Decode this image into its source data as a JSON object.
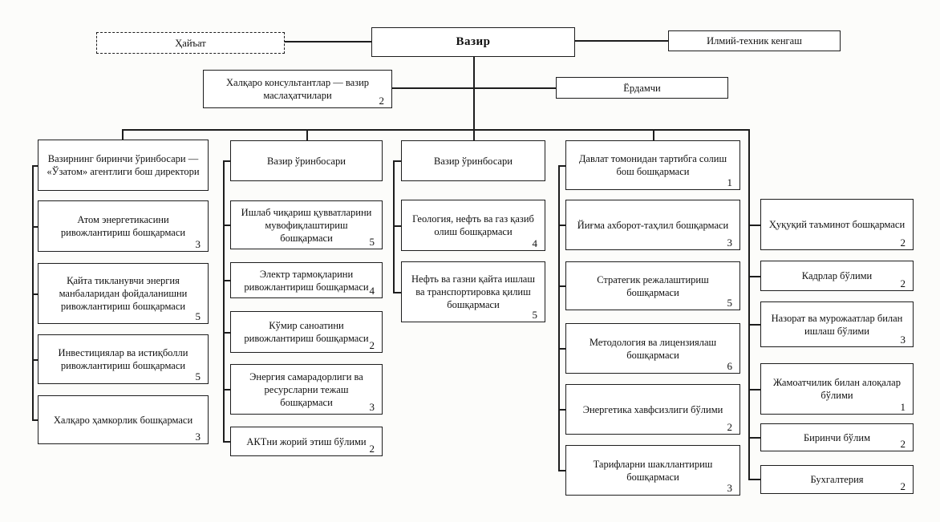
{
  "diagram_type": "org-chart",
  "language": "uz-cyrl",
  "top": {
    "hayat": {
      "label": "Ҳайъат"
    },
    "vazir": {
      "label": "Вазир"
    },
    "ilmiy": {
      "label": "Илмий-техник кенгаш"
    },
    "xalqaro": {
      "label": "Халқаро консультантлар — вазир маслаҳатчилари",
      "count": "2"
    },
    "yordamchi": {
      "label": "Ёрдамчи"
    }
  },
  "columns": [
    {
      "header": {
        "label": "Вазирнинг биринчи ўринбосари — «Ўзатом» агентлиги бош директори"
      },
      "boxes": [
        {
          "label": "Атом энергетикасини ривожлантириш бошқармаси",
          "count": "3"
        },
        {
          "label": "Қайта тикланувчи энергия манбаларидан фойдаланишни ривожлантириш бошқармаси",
          "count": "5"
        },
        {
          "label": "Инвестициялар ва истиқболли ривожлантириш бошқармаси",
          "count": "5"
        },
        {
          "label": "Халқаро ҳамкорлик бошқармаси",
          "count": "3"
        }
      ]
    },
    {
      "header": {
        "label": "Вазир ўринбосари"
      },
      "boxes": [
        {
          "label": "Ишлаб чиқариш қувватларини мувофиқлаштириш бошқармаси",
          "count": "5"
        },
        {
          "label": "Электр тармоқларини ривожлантириш бошқармаси",
          "count": "4"
        },
        {
          "label": "Кўмир саноатини ривожлантириш бошқармаси",
          "count": "2"
        },
        {
          "label": "Энергия самарадорлиги ва ресурсларни тежаш бошқармаси",
          "count": "3"
        },
        {
          "label": "АКТни жорий этиш бўлими",
          "count": "2"
        }
      ]
    },
    {
      "header": {
        "label": "Вазир ўринбосари"
      },
      "boxes": [
        {
          "label": "Геология, нефть ва газ қазиб олиш бошқармаси",
          "count": "4"
        },
        {
          "label": "Нефть ва газни қайта ишлаш ва транспортировка қилиш бошқармаси",
          "count": "5"
        }
      ]
    },
    {
      "header": {
        "label": "Давлат томонидан тартибга солиш бош бошқармаси",
        "count": "1"
      },
      "boxes": [
        {
          "label": "Йиғма ахборот-таҳлил бошқармаси",
          "count": "3"
        },
        {
          "label": "Стратегик режалаштириш бошқармаси",
          "count": "5"
        },
        {
          "label": "Методология ва лицензиялаш бошқармаси",
          "count": "6"
        },
        {
          "label": "Энергетика хавфсизлиги бўлими",
          "count": "2"
        },
        {
          "label": "Тарифларни шакллантириш бошқармаси",
          "count": "3"
        }
      ]
    },
    {
      "boxes": [
        {
          "label": "Ҳуқуқий таъминот бошқармаси",
          "count": "2"
        },
        {
          "label": "Кадрлар бўлими",
          "count": "2"
        },
        {
          "label": "Назорат ва мурожаатлар билан ишлаш бўлими",
          "count": "3"
        },
        {
          "label": "Жамоатчилик билан алоқалар бўлими",
          "count": "1"
        },
        {
          "label": "Биринчи бўлим",
          "count": "2"
        },
        {
          "label": "Бухгалтерия",
          "count": "2"
        }
      ]
    }
  ]
}
